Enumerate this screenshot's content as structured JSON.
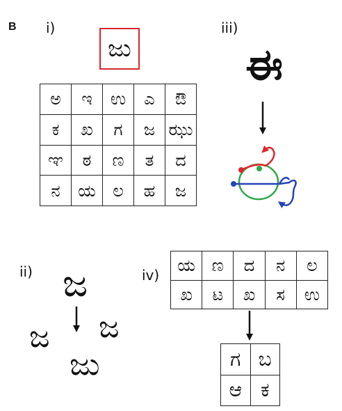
{
  "panel_letter": "B",
  "sections": {
    "i": {
      "label": "i)",
      "query_glyph": "ಜು",
      "grid": [
        [
          "ಅ",
          "ಇ",
          "ಉ",
          "ಎ",
          "ಔ"
        ],
        [
          "ಕ",
          "ಖ",
          "ಗ",
          "ಜ",
          "ಝು"
        ],
        [
          "ಞ",
          "ಠ",
          "ಣ",
          "ತ",
          "ದ"
        ],
        [
          "ನ",
          "ಯ",
          "ಲ",
          "ಹ",
          "ಜ"
        ]
      ]
    },
    "ii": {
      "label": "ii)",
      "source_glyph": "ಜ",
      "sample_glyphs": [
        "ಜ",
        "ಜ",
        "ಜು"
      ]
    },
    "iii": {
      "label": "iii)",
      "big_glyph": "ಈ",
      "stroke_colors": {
        "red": "#e0262b",
        "green": "#2fa84a",
        "blue": "#2444b8",
        "black": "#111111"
      }
    },
    "iv": {
      "label": "iv)",
      "grid": [
        [
          "ಯ",
          "ಣ",
          "ದ",
          "ನ",
          "ಲ"
        ],
        [
          "ಖ",
          "ಟ",
          "ಖ",
          "ಸ",
          "ಉ"
        ]
      ],
      "output_grid": [
        [
          "ಗ",
          "ಬ"
        ],
        [
          "ಆ",
          "ಕ"
        ]
      ]
    }
  }
}
